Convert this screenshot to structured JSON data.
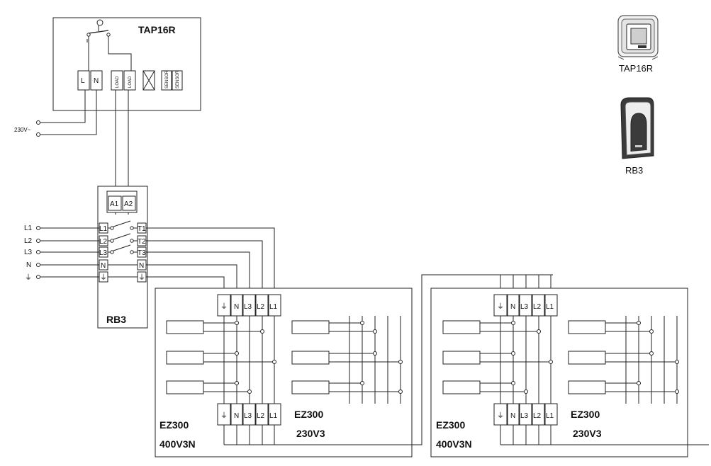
{
  "tap16r": {
    "title": "TAP16R",
    "terminals": [
      "L",
      "N",
      "LOAD",
      "LOAD",
      "SENSOR",
      "SENSOR"
    ]
  },
  "supply": {
    "label": "230V~"
  },
  "rb3": {
    "title": "RB3",
    "coil_terminals": [
      "A1",
      "A2"
    ],
    "input_terminals": [
      "L1",
      "L2",
      "L3",
      "N",
      "⏚"
    ],
    "output_terminals": [
      "T1",
      "T2",
      "T3",
      "N",
      "⏚"
    ]
  },
  "mains": {
    "labels": [
      "L1",
      "L2",
      "L3",
      "N",
      "⏚"
    ]
  },
  "heater1": {
    "model": "EZ300",
    "variant_left": "400V3N",
    "variant_right": "230V3",
    "model_right": "EZ300",
    "terminals": [
      "⏚",
      "N",
      "L3",
      "L2",
      "L1"
    ]
  },
  "heater2": {
    "model": "EZ300",
    "variant_left": "400V3N",
    "variant_right": "230V3",
    "model_right": "EZ300",
    "terminals": [
      "⏚",
      "N",
      "L3",
      "L2",
      "L1"
    ]
  },
  "products": [
    {
      "name": "TAP16R"
    },
    {
      "name": "RB3"
    }
  ],
  "colors": {
    "line": "#222222",
    "background": "#ffffff"
  }
}
